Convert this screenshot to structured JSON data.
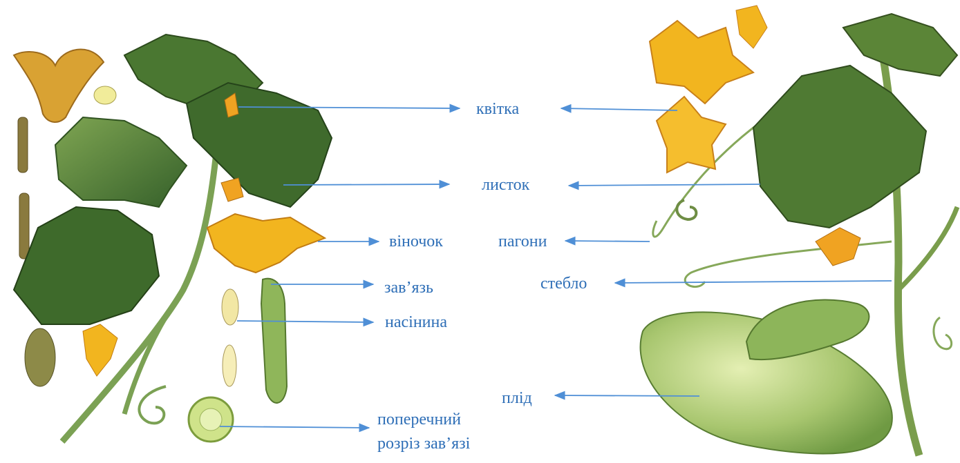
{
  "theme": {
    "label_color": "#2f6fb7",
    "arrow_color": "#4f8fd6",
    "leaf_dark": "#3f6b2a",
    "leaf_mid": "#5e8a3a",
    "leaf_light": "#88ad5a",
    "petal": "#f2b51f",
    "petal_dark": "#d58712",
    "fruit": "#9fc06a",
    "fruit_light": "#d6e7a5",
    "seed": "#f2e7a4"
  },
  "left_plant": {
    "labels": {
      "flower": "квітка",
      "leaf": "листок",
      "corolla": "віночок",
      "ovary": "зав’язь",
      "seed": "насінина",
      "cross_section_line1": "поперечний",
      "cross_section_line2": "розріз зав’язі"
    }
  },
  "right_plant": {
    "labels": {
      "shoots": "пагони",
      "stem": "стебло",
      "fruit": "плід"
    }
  }
}
